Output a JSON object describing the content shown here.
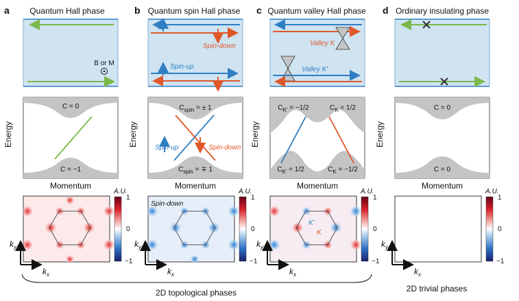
{
  "panels": {
    "a": {
      "letter": "a",
      "title": "Quantum Hall phase",
      "bm_label": "B or M",
      "c_top": "C = 0",
      "c_bottom": "C = −1"
    },
    "b": {
      "letter": "b",
      "title": "Quantum spin Hall phase",
      "spin_down": "Spin-down",
      "spin_up": "Spin-up",
      "c_top": "C",
      "c_top_sub": "spin",
      "c_top_val": " = ± 1",
      "c_bottom": "C",
      "c_bottom_sub": "spin",
      "c_bottom_val": " = ∓ 1",
      "mid_spin_up": "Spin-up",
      "mid_spin_down": "Spin-down",
      "map_label": "Spin-down"
    },
    "c": {
      "letter": "c",
      "title": "Quantum valley Hall phase",
      "valley_k": "Valley K",
      "valley_kp": "Valley K′",
      "c_kp_top": "C",
      "c_kp_top_sub": "K′",
      "c_kp_top_val": " = −1/2",
      "c_k_top": "C",
      "c_k_top_sub": "K",
      "c_k_top_val": " = 1/2",
      "c_kp_bot": "C",
      "c_kp_bot_sub": "K′",
      "c_kp_bot_val": " = 1/2",
      "c_k_bot": "C",
      "c_k_bot_sub": "K",
      "c_k_bot_val": " = −1/2",
      "map_kp": "K′",
      "map_k": "K"
    },
    "d": {
      "letter": "d",
      "title": "Ordinary insulating phase",
      "c_top": "C = 0",
      "c_bottom": "C = 0"
    }
  },
  "axes": {
    "energy": "Energy",
    "momentum": "Momentum",
    "kx": "k",
    "kx_sub": "x",
    "ky": "k",
    "ky_sub": "y"
  },
  "colorbar": {
    "unit": "A.U.",
    "max": "1",
    "mid": "0",
    "min": "−1"
  },
  "footer": {
    "topological": "2D topological phases",
    "trivial": "2D trivial phases"
  },
  "colors": {
    "green": "#7cb84a",
    "blue": "#2f7fc2",
    "orange": "#e0582a",
    "panel_bg": "#cfe3f1",
    "gray": "#c4c4c4"
  }
}
